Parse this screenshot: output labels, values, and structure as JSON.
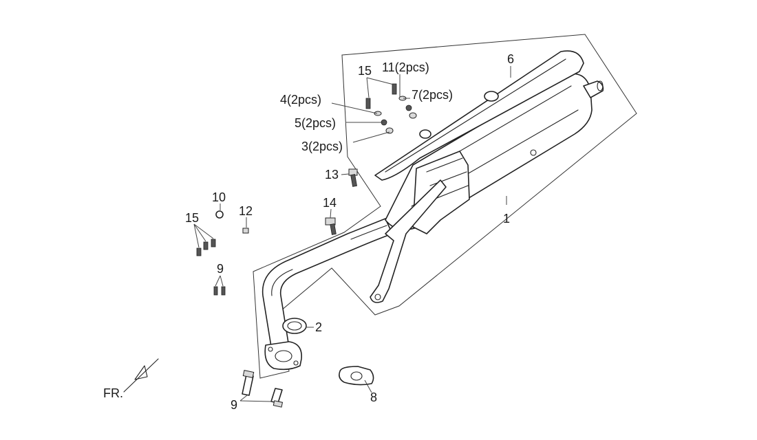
{
  "labels": {
    "p1": "1",
    "p2": "2",
    "p3": "3(2pcs)",
    "p4": "4(2pcs)",
    "p5": "5(2pcs)",
    "p6": "6",
    "p7": "7(2pcs)",
    "p8": "8",
    "p9a": "9",
    "p9b": "9",
    "p10": "10",
    "p11": "11(2pcs)",
    "p12": "12",
    "p13": "13",
    "p14": "14",
    "p15a": "15",
    "p15b": "15",
    "front": "FR."
  }
}
